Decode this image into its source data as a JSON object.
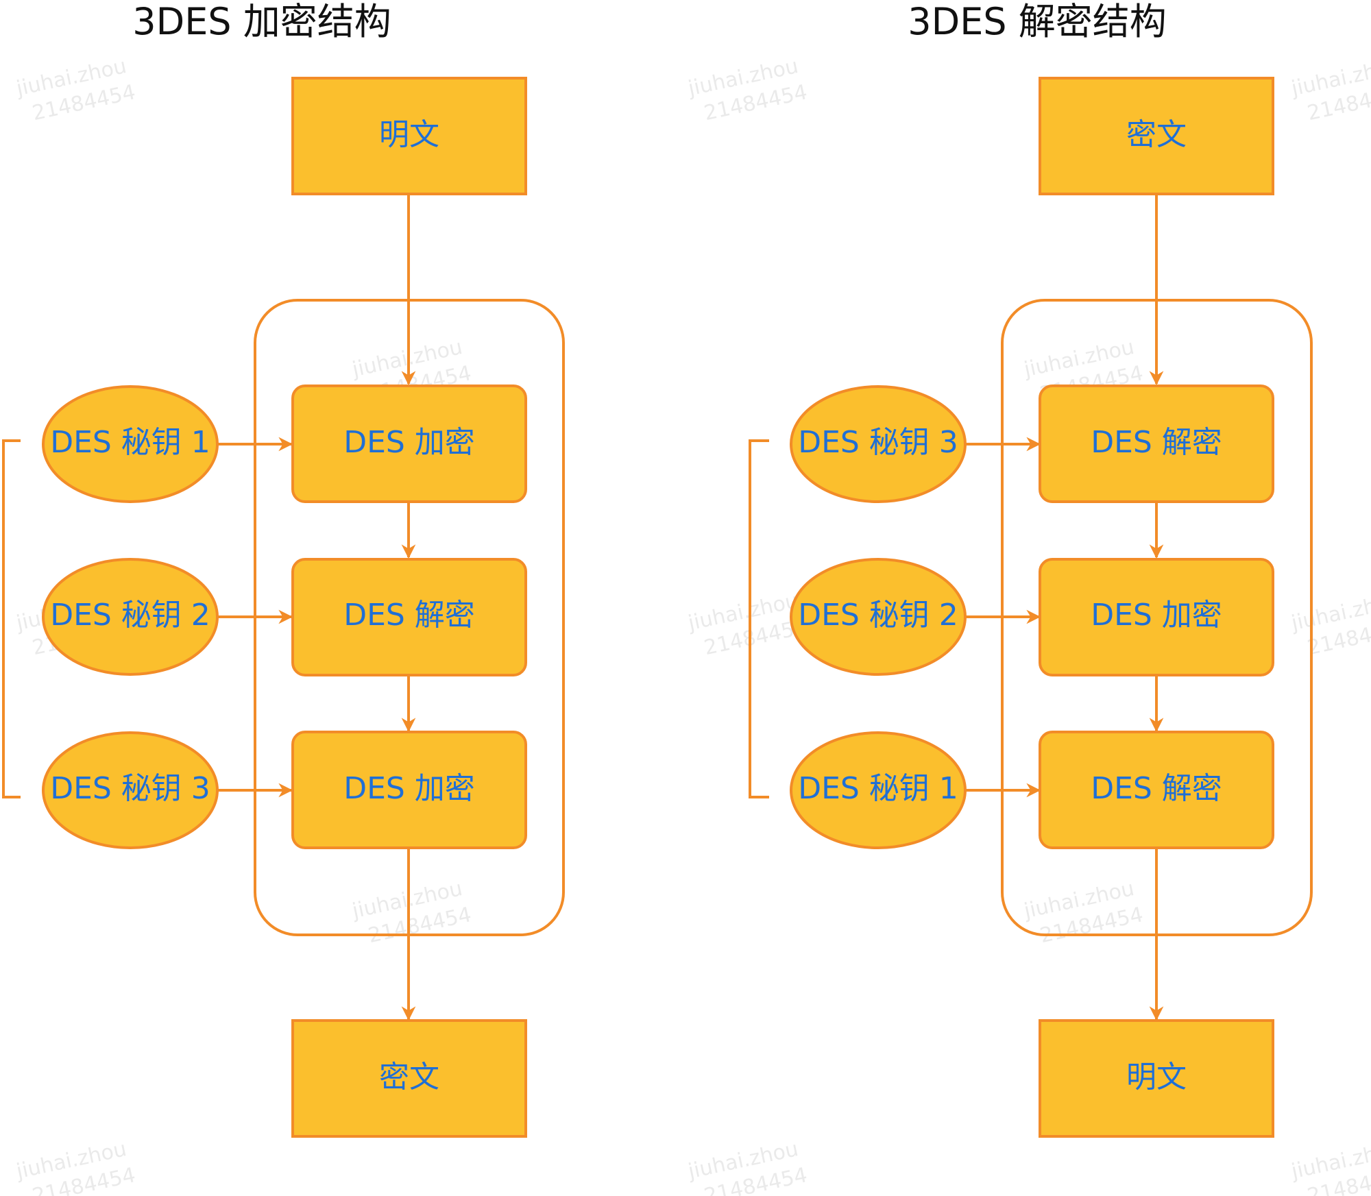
{
  "colors": {
    "node_fill": "#FBBF2D",
    "node_stroke": "#F28C28",
    "connector": "#F28C28",
    "node_text": "#1F6FD6",
    "title_text": "#111111",
    "watermark": "#D9D9D9"
  },
  "watermark": {
    "name": "jiuhai.zhou",
    "id": "21484454"
  },
  "encryption": {
    "title": "3DES 加密结构",
    "input": "明文",
    "output": "密文",
    "stages": [
      "DES 加密",
      "DES 解密",
      "DES 加密"
    ],
    "keys": [
      "DES 秘钥 1",
      "DES 秘钥 2",
      "DES 秘钥 3"
    ]
  },
  "decryption": {
    "title": "3DES 解密结构",
    "input": "密文",
    "output": "明文",
    "stages": [
      "DES 解密",
      "DES 加密",
      "DES 解密"
    ],
    "keys": [
      "DES 秘钥 3",
      "DES 秘钥 2",
      "DES 秘钥 1"
    ]
  }
}
